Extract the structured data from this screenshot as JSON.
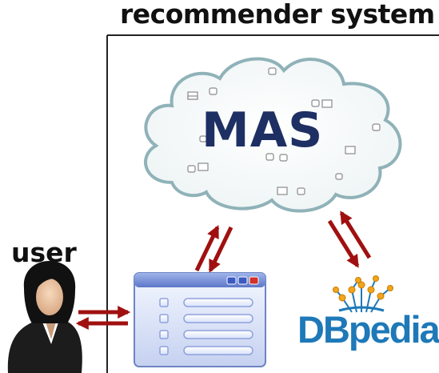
{
  "diagram": {
    "system_label": "recommender system",
    "user_label": "user",
    "cloud_label": "MAS",
    "knowledge_base_label": "DBpedia"
  },
  "icons": {
    "user": "user-avatar-icon",
    "browser": "browser-window-icon",
    "dbpedia": "dbpedia-logo-icon",
    "cloud": "cloud-icon"
  },
  "colors": {
    "title": "#111111",
    "mas_text": "#1e2f63",
    "cloud_stroke": "#8fb2b8",
    "arrow": "#a01010",
    "dbpedia_text": "#1e79b8",
    "dbpedia_nodes": "#f2a51a"
  }
}
